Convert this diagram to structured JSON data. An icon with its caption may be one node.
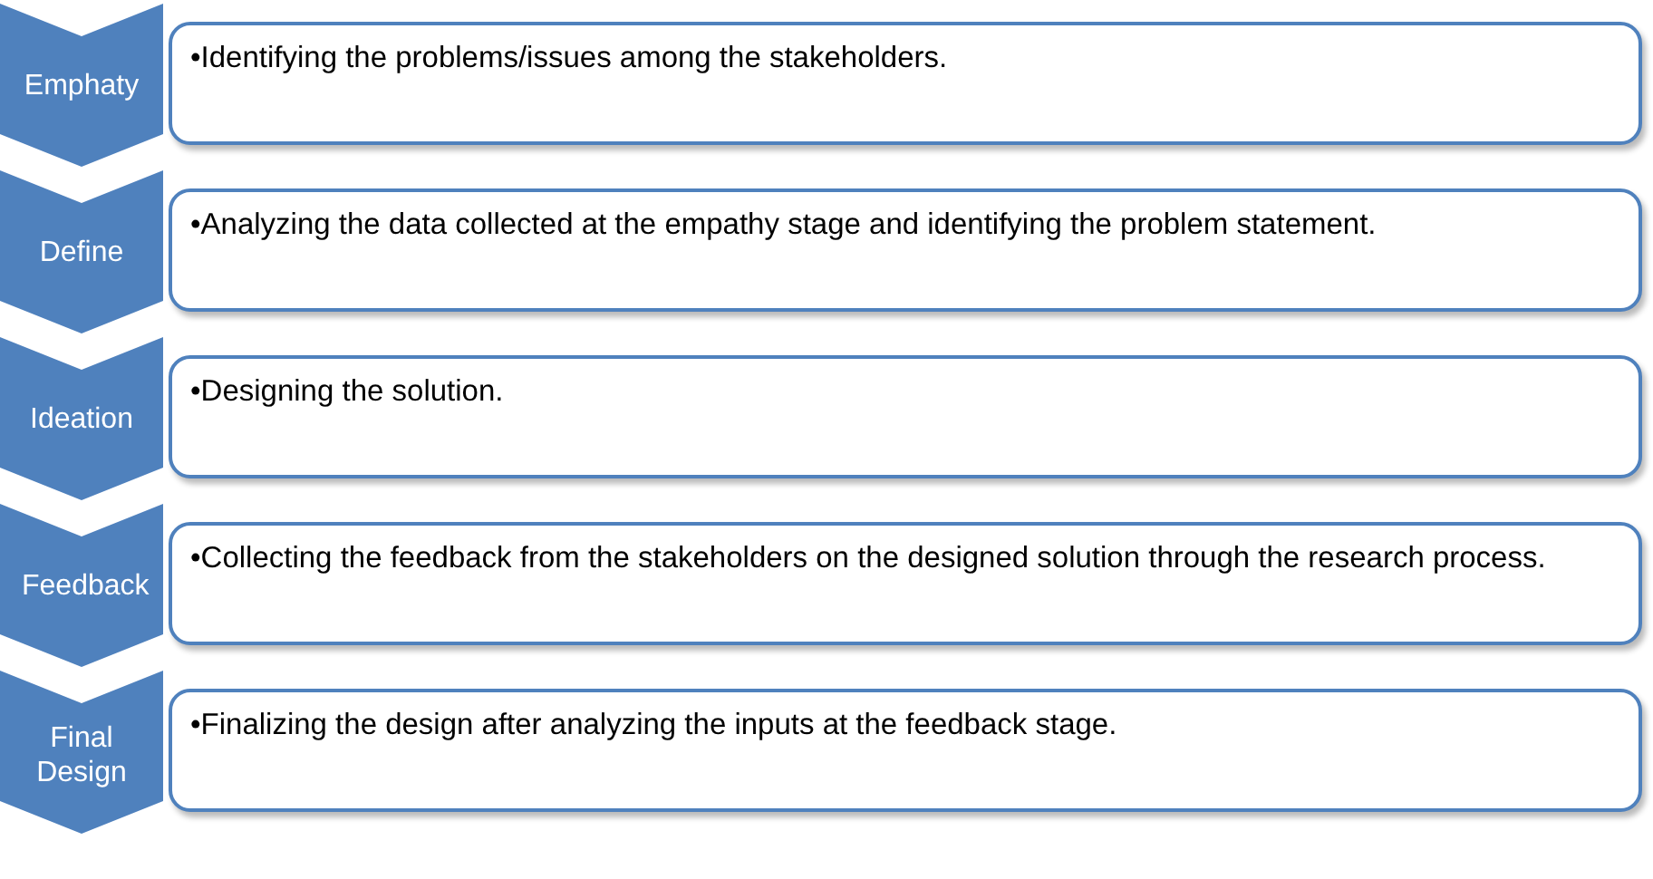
{
  "diagram": {
    "nodes": [
      {
        "text": [
          "Emphaty"
        ]
      },
      {
        "text": [
          "•Identifying the problems/issues among the stakeholders."
        ]
      },
      {
        "text": [
          "Define"
        ]
      },
      {
        "text": [
          "•Analyzing the data collected at the empathy stage and identifying the problem statement."
        ]
      },
      {
        "text": [
          "Ideation"
        ]
      },
      {
        "text": [
          "•Designing the solution."
        ]
      },
      {
        "text": [
          "Feedback"
        ]
      },
      {
        "text": [
          "•Collecting the feedback from the stakeholders on the designed solution through the research process."
        ]
      },
      {
        "text": [
          "Final Design"
        ]
      },
      {
        "text": [
          "•Finalizing the design after analyzing the inputs at the feedback stage."
        ]
      }
    ]
  }
}
